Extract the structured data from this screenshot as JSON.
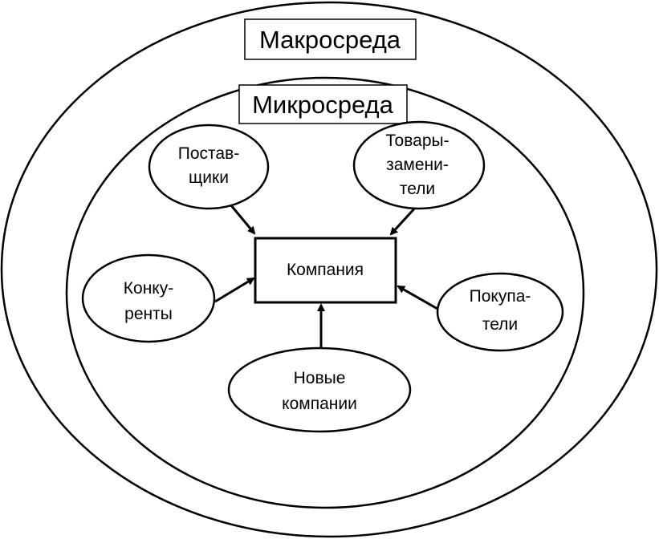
{
  "macro": {
    "title": "Макросреда"
  },
  "micro": {
    "title": "Микросреда"
  },
  "company": {
    "label": "Компания"
  },
  "nodes": {
    "suppliers": {
      "line1": "Постав-",
      "line2": "щики"
    },
    "substitutes": {
      "line1": "Товары-",
      "line2": "замени-",
      "line3": "тели"
    },
    "competitors": {
      "line1": "Конку-",
      "line2": "ренты"
    },
    "buyers": {
      "line1": "Покупа-",
      "line2": "тели"
    },
    "new_companies": {
      "line1": "Новые",
      "line2": "компании"
    }
  }
}
